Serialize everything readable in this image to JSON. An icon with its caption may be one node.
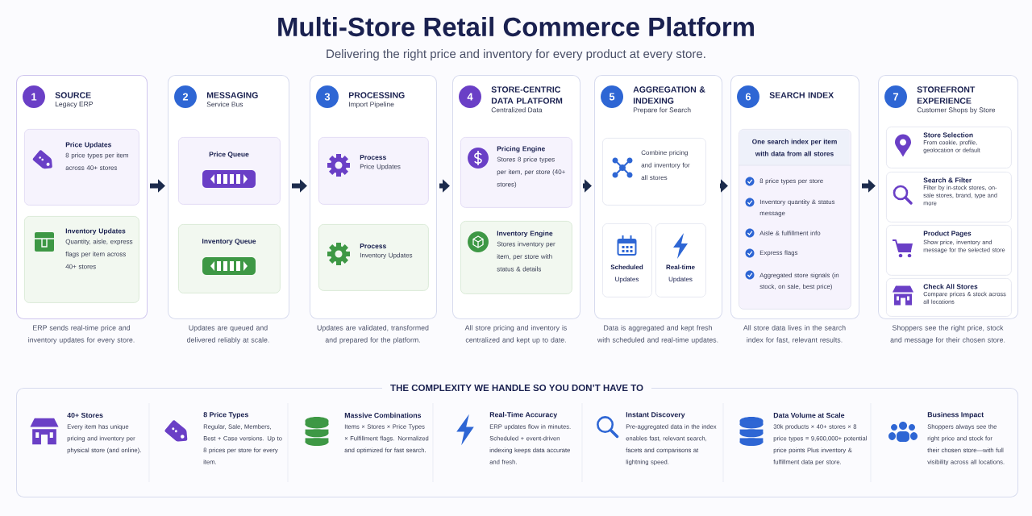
{
  "diagram": {
    "title": "Multi-Store Retail Commerce Platform",
    "nodes": [
      {
        "text": [
          "1",
          "SOURCE",
          "Legacy ERP"
        ],
        "beside": [
          "ERP sends real-time price and inventory updates for every store."
        ]
      },
      {
        "text": [
          "Price Updates",
          "8 price types per item across 40+ stores"
        ],
        "in": 0
      },
      {
        "text": [
          "Inventory Updates",
          "Quantity, aisle, express flags per item across 40+ stores"
        ],
        "in": 0
      },
      {
        "text": [
          "2",
          "MESSAGING",
          "Service Bus"
        ],
        "beside": [
          "Updates are queued and delivered reliably at scale."
        ]
      },
      {
        "text": [
          "Price Queue"
        ],
        "in": 3
      },
      {
        "text": [
          "Inventory Queue"
        ],
        "in": 3
      },
      {
        "text": [
          "3",
          "PROCESSING",
          "Import Pipeline"
        ],
        "beside": [
          "Updates are validated, transformed and prepared for the platform."
        ]
      },
      {
        "text": [
          "Process",
          "Price Updates"
        ],
        "in": 6
      },
      {
        "text": [
          "Process",
          "Inventory Updates"
        ],
        "in": 6
      },
      {
        "text": [
          "4",
          "STORE-CENTRIC DATA PLATFORM",
          "Centralized Data"
        ],
        "beside": [
          "All store pricing and inventory is centralized and kept up to date."
        ]
      },
      {
        "text": [
          "Pricing Engine",
          "Stores 8 price types per item, per store (40+ stores)"
        ],
        "in": 9
      },
      {
        "text": [
          "Inventory Engine",
          "Stores inventory per item, per store with status & details"
        ],
        "in": 9
      },
      {
        "text": [
          "5",
          "AGGREGATION & INDEXING",
          "Prepare for Search"
        ],
        "beside": [
          "Data is aggregated and kept fresh with scheduled and real-time updates."
        ]
      },
      {
        "text": [
          "Combine pricing and inventory for all stores"
        ],
        "in": 12
      },
      {
        "text": [
          "**Scheduled** Updates"
        ],
        "in": 12
      },
      {
        "text": [
          "**Real-time** Updates"
        ],
        "in": 12
      },
      {
        "text": [
          "6",
          "SEARCH INDEX"
        ],
        "beside": [
          "All store data lives in the search index for fast, relevant results."
        ]
      },
      {
        "text": [
          "One search index per item with data from all stores",
          "8 price types per store",
          "Inventory quantity & status message",
          "Aisle & fulfillment info",
          "Express flags",
          "Aggregated store signals (in stock, on sale, best price)"
        ],
        "in": 16
      },
      {
        "text": [
          "7",
          "STOREFRONT EXPERIENCE",
          "Customer Shops by Store"
        ],
        "beside": [
          "Shoppers see the right price, stock and message for their chosen store."
        ]
      },
      {
        "text": [
          "Store Selection",
          "From cookie, profile, geolocation or default"
        ],
        "in": 18
      },
      {
        "text": [
          "Search & Filter",
          "Filter by in-stock stores, on-sale stores, brand, type and more"
        ],
        "in": 18
      },
      {
        "text": [
          "Product Pages",
          "Show price, inventory and message for the selected store"
        ],
        "in": 18
      },
      {
        "text": [
          "Check All Stores",
          "Compare prices & stock across all locations"
        ],
        "in": 18
      },
      {
        "text": [
          "THE COMPLEXITY WE HANDLE SO YOU DON’T HAVE TO"
        ]
      }
    ],
    "edges": [
      {
        "from": 0,
        "to": 3,
        "arrow": "to"
      },
      {
        "from": 3,
        "to": 6,
        "arrow": "to"
      },
      {
        "from": 6,
        "to": 9,
        "arrow": "to"
      },
      {
        "from": 9,
        "to": 12,
        "arrow": "to"
      },
      {
        "from": 12,
        "to": 16,
        "arrow": "to"
      },
      {
        "from": 16,
        "to": 18,
        "arrow": "to"
      }
    ],
    "labels": [
      "Delivering the right price and inventory for every product at every store.",
      "40+ Stores",
      "Every item has unique pricing and inventory per physical store (and online).",
      "8 Price Types",
      "Regular, Sale, Members, Best + Case versions. Up to 8 prices per store for every item.",
      "Massive Combinations",
      "Items × Stores × Price Types × Fulfillment flags. Normalized and optimized for fast search.",
      "Real-Time Accuracy",
      "ERP updates flow in minutes. Scheduled + event-driven indexing keeps data accurate and fresh.",
      "Instant Discovery",
      "Pre-aggregated data in the index enables fast, relevant search, facets and comparisons at lightning speed.",
      "Data Volume at Scale",
      "30k products × 40+ stores × 8 price types = 9,600,000+ potential price points Plus inventory & fulfillment data per store.",
      "Business Impact",
      "Shoppers always see the right price and stock for their chosen store—with full visibility across all locations."
    ]
  }
}
